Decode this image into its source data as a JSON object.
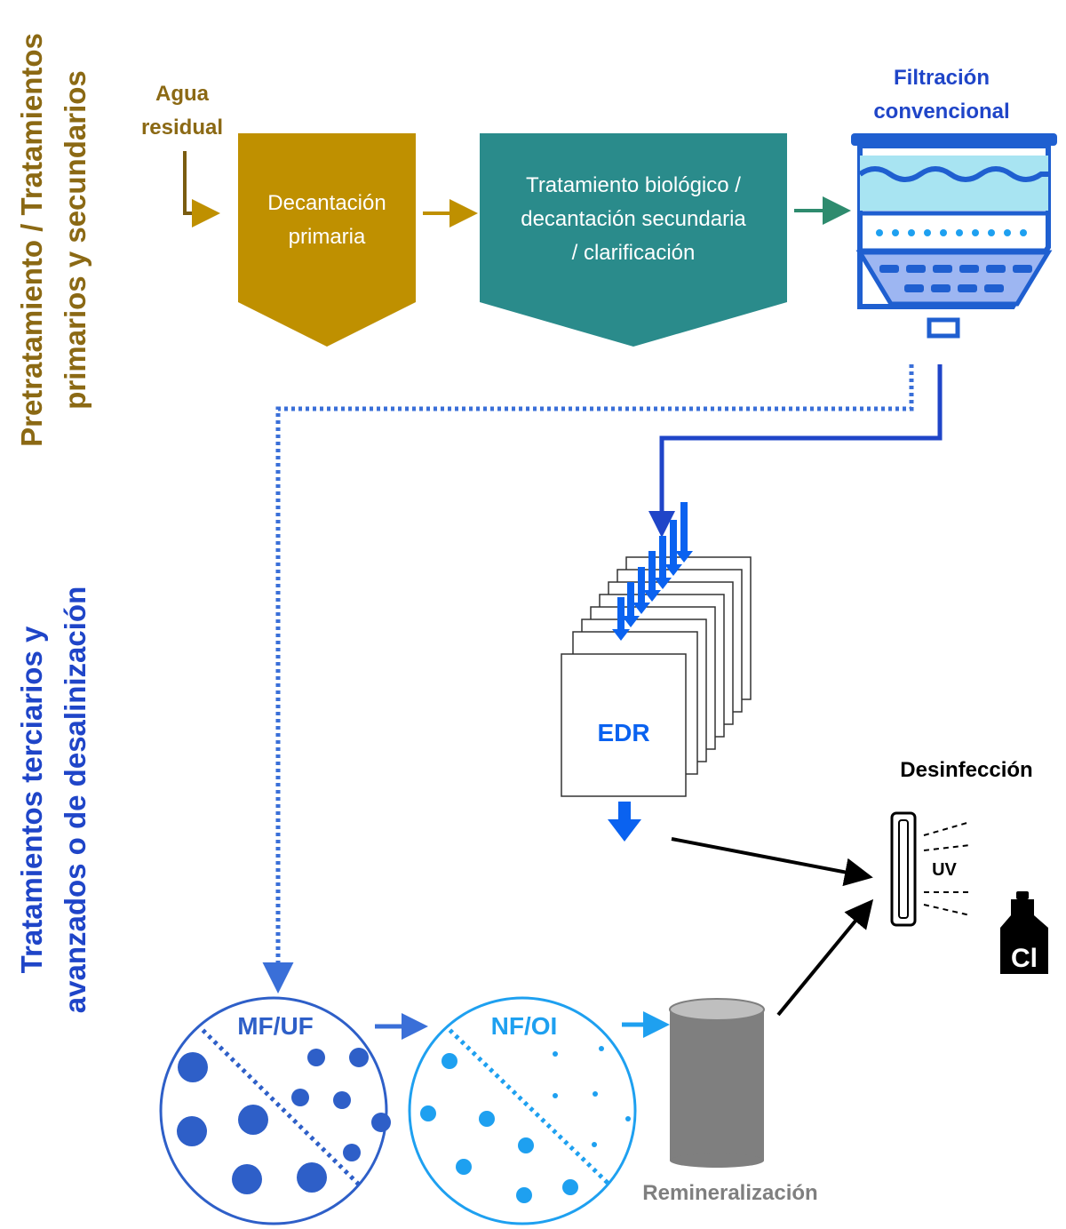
{
  "side_labels": {
    "top_line1": "Pretratamiento / Tratamientos",
    "top_line2": "primarios y secundarios",
    "bottom_line1": "Tratamientos terciarios y",
    "bottom_line2": "avanzados o de desalinización"
  },
  "input": {
    "line1": "Agua",
    "line2": "residual"
  },
  "stages": {
    "primary": {
      "line1": "Decantación",
      "line2": "primaria"
    },
    "secondary": {
      "line1": "Tratamiento biológico /",
      "line2": "decantación secundaria",
      "line3": "/ clarificación"
    },
    "filtration": {
      "line1": "Filtración",
      "line2": "convencional"
    },
    "edr": "EDR",
    "mf_uf": "MF/UF",
    "nf_oi": "NF/OI",
    "remineralization": "Remineralización",
    "disinfection": "Desinfección",
    "uv": "UV",
    "chlorine": "Cl"
  },
  "colors": {
    "gold": "#BF9000",
    "gold_text": "#8B6914",
    "teal": "#2A8B8B",
    "dark_blue": "#1F45C8",
    "blue": "#0A62F0",
    "light_blue": "#1EA0F0",
    "gray": "#7F7F7F"
  },
  "icons": [
    "filter-tank-icon",
    "uv-lamp-icon",
    "chlorine-bottle-icon",
    "cylinder-tank-icon"
  ]
}
